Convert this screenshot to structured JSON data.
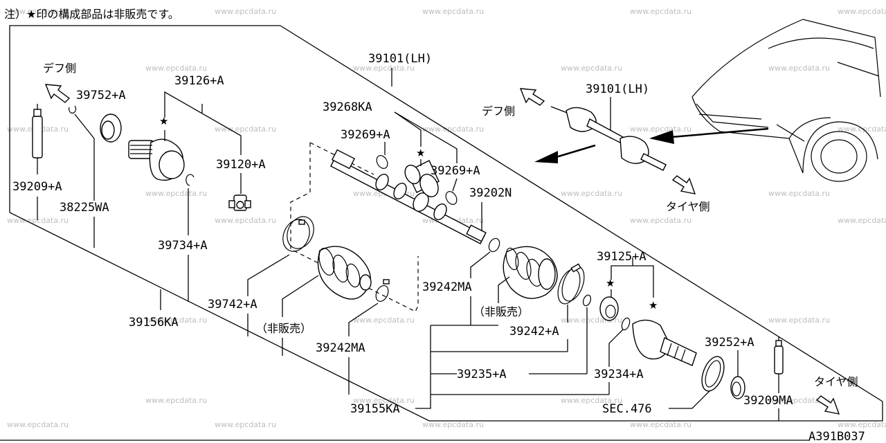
{
  "note": "注）★印の構成部品は非販売です。",
  "diagram_code": "A391B037",
  "watermark": "www.epcdata.ru",
  "labels": {
    "def_side_left": "デフ側",
    "def_side_right": "デフ側",
    "tire_side_top": "タイヤ側",
    "tire_side_bottom": "タイヤ側",
    "not_sold_left": "（非販売）",
    "not_sold_right": "（非販売）",
    "p39101_main": "39101(LH)",
    "p39101_inset": "39101(LH)",
    "p39752": "39752+A",
    "p39126": "39126+A",
    "p39120": "39120+A",
    "p39209_left": "39209+A",
    "p38225": "38225WA",
    "p39734": "39734+A",
    "p39156": "39156KA",
    "p39742": "39742+A",
    "p39242MA_left": "39242MA",
    "p39268": "39268KA",
    "p39269_a": "39269+A",
    "p39269_b": "39269+A",
    "p39202": "39202N",
    "p39242MA_mid": "39242MA",
    "p39242": "39242+A",
    "p39125": "39125+A",
    "p39235": "39235+A",
    "p39234": "39234+A",
    "p39252": "39252+A",
    "p39209MA": "39209MA",
    "p39155": "39155KA",
    "sec476": "SEC.476"
  }
}
